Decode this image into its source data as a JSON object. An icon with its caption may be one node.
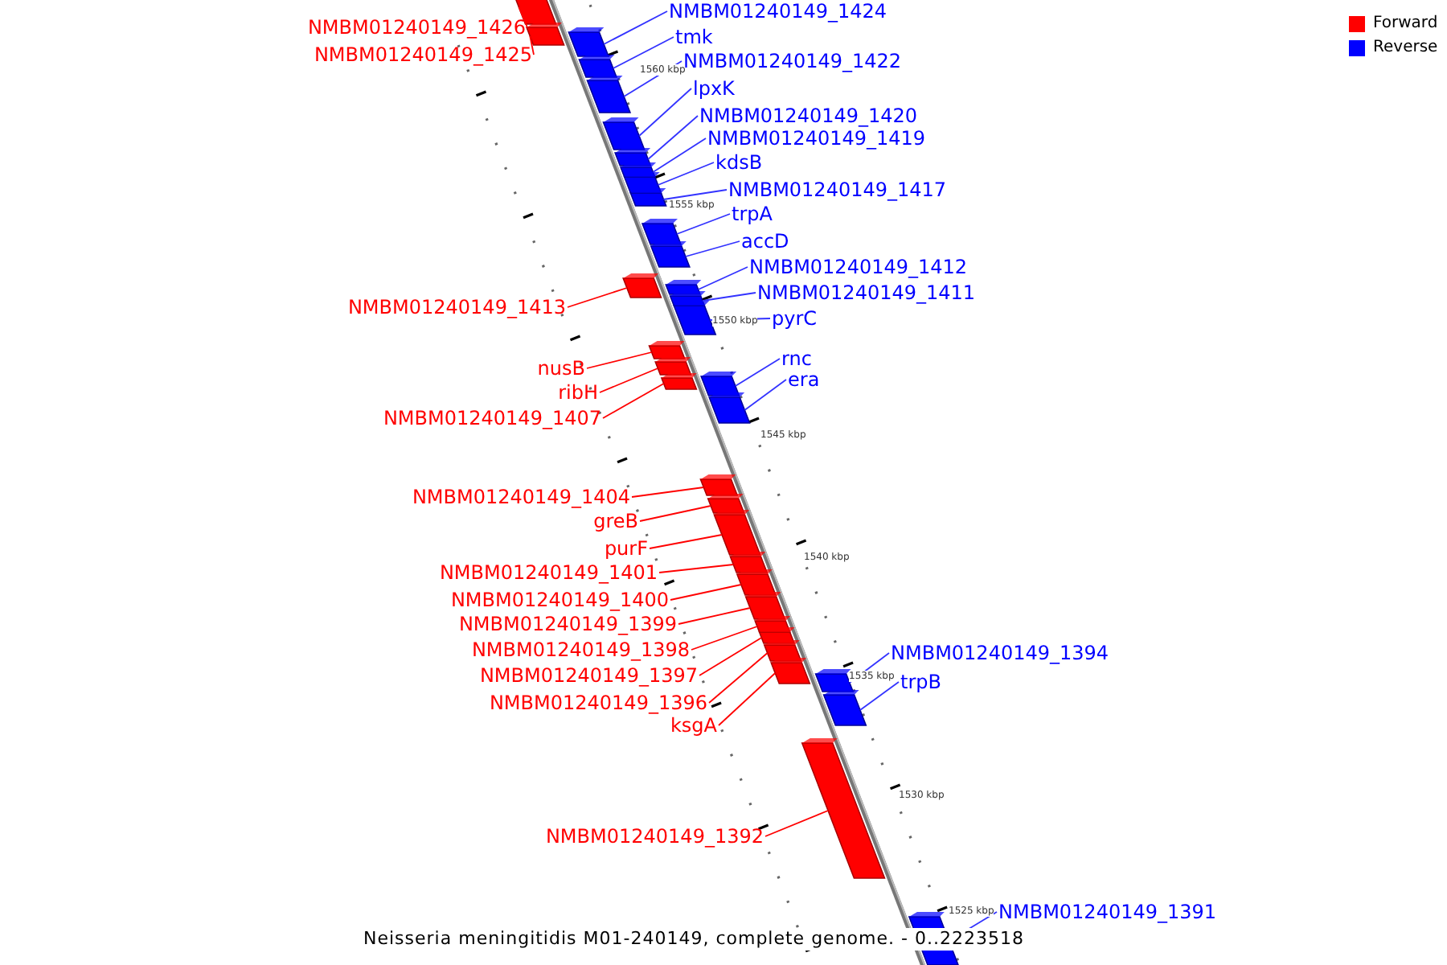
{
  "diagram": {
    "caption": "Neisseria meningitidis M01-240149, complete genome. - 0..2223518",
    "nodes": [
      {
        "text": [
          "NMBM01240149_1426"
        ]
      },
      {
        "text": [],
        "shape": "bar"
      },
      {
        "text": [
          "NMBM01240149_1425"
        ]
      },
      {
        "text": [],
        "shape": "bar"
      },
      {
        "text": [
          "NMBM01240149_1424"
        ]
      },
      {
        "text": [],
        "shape": "bar"
      },
      {
        "text": [
          "tmk"
        ]
      },
      {
        "text": [],
        "shape": "bar"
      },
      {
        "text": [
          "NMBM01240149_1422"
        ]
      },
      {
        "text": [],
        "shape": "bar"
      },
      {
        "text": [
          "lpxK"
        ]
      },
      {
        "text": [],
        "shape": "bar"
      },
      {
        "text": [
          "NMBM01240149_1420"
        ]
      },
      {
        "text": [],
        "shape": "bar"
      },
      {
        "text": [
          "NMBM01240149_1419"
        ]
      },
      {
        "text": [],
        "shape": "bar"
      },
      {
        "text": [
          "kdsB"
        ]
      },
      {
        "text": [],
        "shape": "bar"
      },
      {
        "text": [
          "NMBM01240149_1417"
        ]
      },
      {
        "text": [],
        "shape": "bar"
      },
      {
        "text": [
          "trpA"
        ]
      },
      {
        "text": [],
        "shape": "bar"
      },
      {
        "text": [
          "accD"
        ]
      },
      {
        "text": [],
        "shape": "bar"
      },
      {
        "text": [
          "NMBM01240149_1413"
        ]
      },
      {
        "text": [],
        "shape": "bar"
      },
      {
        "text": [
          "NMBM01240149_1412"
        ]
      },
      {
        "text": [],
        "shape": "bar"
      },
      {
        "text": [
          "NMBM01240149_1411"
        ]
      },
      {
        "text": [],
        "shape": "bar"
      },
      {
        "text": [
          "pyrC"
        ]
      },
      {
        "text": [],
        "shape": "bar"
      },
      {
        "text": [
          "nusB"
        ]
      },
      {
        "text": [],
        "shape": "bar"
      },
      {
        "text": [
          "ribH"
        ]
      },
      {
        "text": [],
        "shape": "bar"
      },
      {
        "text": [
          "rnc"
        ]
      },
      {
        "text": [],
        "shape": "bar"
      },
      {
        "text": [
          "NMBM01240149_1407"
        ]
      },
      {
        "text": [],
        "shape": "bar"
      },
      {
        "text": [
          "era"
        ]
      },
      {
        "text": [],
        "shape": "bar"
      },
      {
        "text": [
          "NMBM01240149_1404"
        ]
      },
      {
        "text": [],
        "shape": "bar"
      },
      {
        "text": [
          "greB"
        ]
      },
      {
        "text": [],
        "shape": "bar"
      },
      {
        "text": [
          "purF"
        ]
      },
      {
        "text": [],
        "shape": "bar"
      },
      {
        "text": [
          "NMBM01240149_1401"
        ]
      },
      {
        "text": [],
        "shape": "bar"
      },
      {
        "text": [
          "NMBM01240149_1400"
        ]
      },
      {
        "text": [],
        "shape": "bar"
      },
      {
        "text": [
          "NMBM01240149_1399"
        ]
      },
      {
        "text": [],
        "shape": "bar"
      },
      {
        "text": [
          "NMBM01240149_1398"
        ]
      },
      {
        "text": [],
        "shape": "bar"
      },
      {
        "text": [
          "NMBM01240149_1397"
        ]
      },
      {
        "text": [],
        "shape": "bar"
      },
      {
        "text": [
          "NMBM01240149_1396"
        ]
      },
      {
        "text": [],
        "shape": "bar"
      },
      {
        "text": [
          "ksgA"
        ]
      },
      {
        "text": [],
        "shape": "bar"
      },
      {
        "text": [
          "NMBM01240149_1394"
        ]
      },
      {
        "text": [],
        "shape": "bar"
      },
      {
        "text": [
          "trpB"
        ]
      },
      {
        "text": [],
        "shape": "bar"
      },
      {
        "text": [
          "NMBM01240149_1392"
        ]
      },
      {
        "text": [],
        "shape": "bar"
      },
      {
        "text": [
          "NMBM01240149_1391"
        ]
      },
      {
        "text": [],
        "shape": "bar"
      }
    ],
    "edges": [
      {
        "from": 0,
        "to": 1,
        "arrow": "none",
        "color": "#ff0000"
      },
      {
        "from": 2,
        "to": 3,
        "arrow": "none",
        "color": "#ff0000"
      },
      {
        "from": 4,
        "to": 5,
        "arrow": "none"
      },
      {
        "from": 6,
        "to": 7,
        "arrow": "none"
      },
      {
        "from": 8,
        "to": 9,
        "arrow": "none"
      },
      {
        "from": 10,
        "to": 11,
        "arrow": "none"
      },
      {
        "from": 12,
        "to": 13,
        "arrow": "none"
      },
      {
        "from": 14,
        "to": 15,
        "arrow": "none"
      },
      {
        "from": 16,
        "to": 17,
        "arrow": "none"
      },
      {
        "from": 18,
        "to": 19,
        "arrow": "none"
      },
      {
        "from": 20,
        "to": 21,
        "arrow": "none"
      },
      {
        "from": 22,
        "to": 23,
        "arrow": "none"
      },
      {
        "from": 24,
        "to": 25,
        "arrow": "none",
        "color": "#ff0000"
      },
      {
        "from": 26,
        "to": 27,
        "arrow": "none"
      },
      {
        "from": 28,
        "to": 29,
        "arrow": "none"
      },
      {
        "from": 30,
        "to": 31,
        "arrow": "none"
      },
      {
        "from": 32,
        "to": 33,
        "arrow": "none",
        "color": "#ff0000"
      },
      {
        "from": 34,
        "to": 35,
        "arrow": "none",
        "color": "#ff0000"
      },
      {
        "from": 36,
        "to": 37,
        "arrow": "none"
      },
      {
        "from": 38,
        "to": 39,
        "arrow": "none",
        "color": "#ff0000"
      },
      {
        "from": 40,
        "to": 41,
        "arrow": "none"
      },
      {
        "from": 42,
        "to": 43,
        "arrow": "none",
        "color": "#ff0000"
      },
      {
        "from": 44,
        "to": 45,
        "arrow": "none",
        "color": "#ff0000"
      },
      {
        "from": 46,
        "to": 47,
        "arrow": "none",
        "color": "#ff0000"
      },
      {
        "from": 48,
        "to": 49,
        "arrow": "none",
        "color": "#ff0000"
      },
      {
        "from": 50,
        "to": 51,
        "arrow": "none",
        "color": "#ff0000"
      },
      {
        "from": 52,
        "to": 53,
        "arrow": "none",
        "color": "#ff0000"
      },
      {
        "from": 54,
        "to": 55,
        "arrow": "none",
        "color": "#ff0000"
      },
      {
        "from": 56,
        "to": 57,
        "arrow": "none",
        "color": "#ff0000"
      },
      {
        "from": 58,
        "to": 59,
        "arrow": "none",
        "color": "#ff0000"
      },
      {
        "from": 60,
        "to": 61,
        "arrow": "none",
        "color": "#ff0000"
      },
      {
        "from": 62,
        "to": 63,
        "arrow": "none"
      },
      {
        "from": 64,
        "to": 65,
        "arrow": "none"
      },
      {
        "from": 66,
        "to": 67,
        "arrow": "none",
        "color": "#ff0000"
      },
      {
        "from": 68,
        "to": 69,
        "arrow": "none"
      }
    ],
    "labels": [
      "1560 kbp",
      "1555 kbp",
      "1550 kbp",
      "1545 kbp",
      "1540 kbp",
      "1535 kbp",
      "1530 kbp",
      "1525 kbp"
    ],
    "legend": [
      {
        "text": "Forward",
        "color": "#ff0000"
      },
      {
        "text": "Reverse",
        "color": "#0000ff"
      }
    ]
  }
}
